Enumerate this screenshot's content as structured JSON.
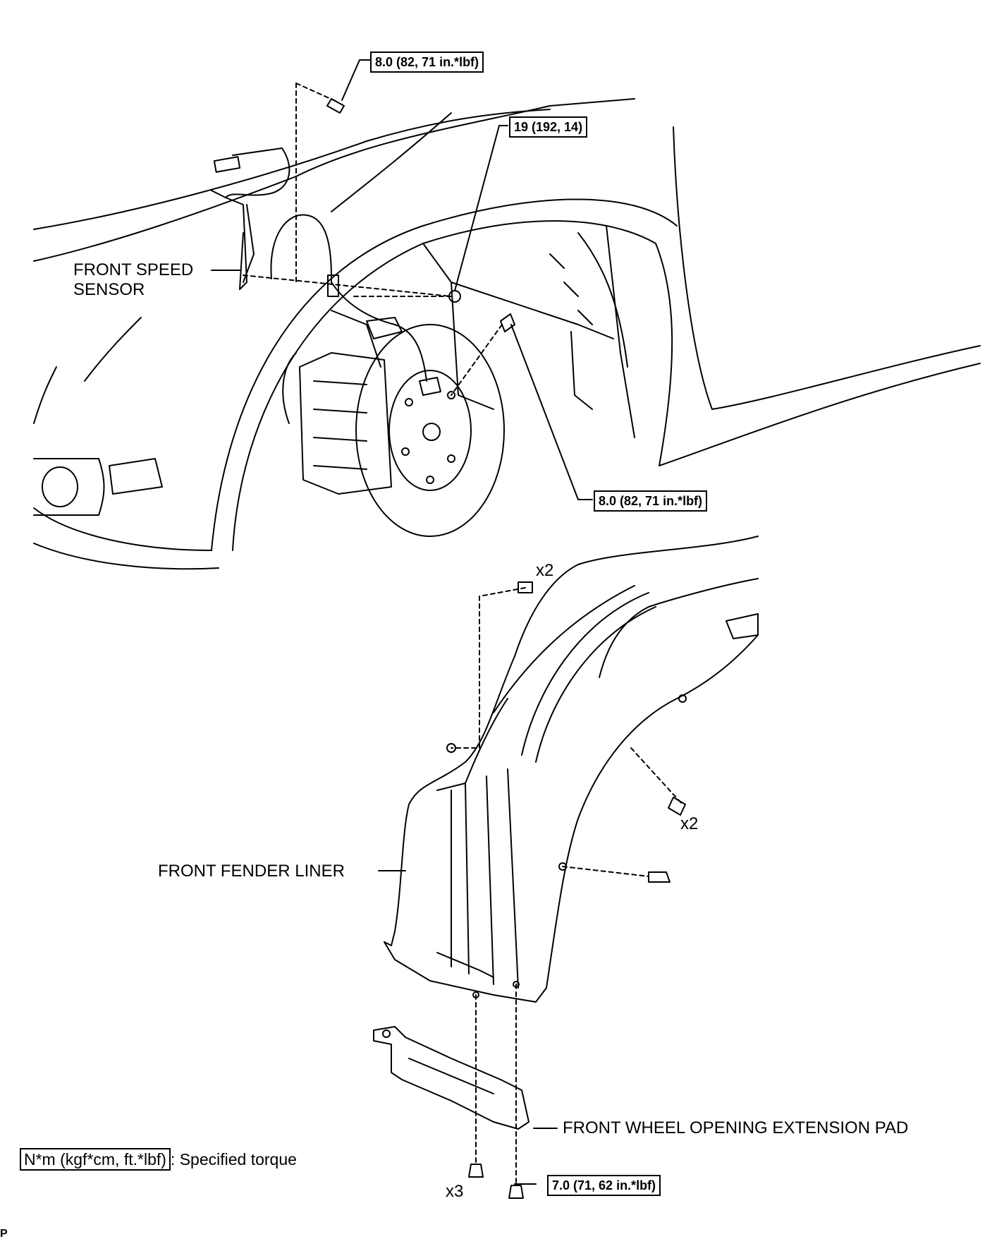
{
  "labels": {
    "front_speed_sensor_line1": "FRONT SPEED",
    "front_speed_sensor_line2": "SENSOR",
    "front_fender_liner": "FRONT FENDER LINER",
    "front_wheel_opening_extension_pad": "FRONT WHEEL OPENING EXTENSION PAD"
  },
  "torques": {
    "sensor_bolt_top": "8.0 (82, 71 in.*lbf)",
    "bracket_bolt": "19 (192, 14)",
    "harness_bolt_lower": "8.0 (82, 71 in.*lbf)",
    "pad_screw": "7.0 (71, 62 in.*lbf)"
  },
  "quantities": {
    "liner_clip_top": "x2",
    "liner_screw_right": "x2",
    "pad_screw_left": "x3"
  },
  "legend": {
    "unit_box": "N*m (kgf*cm, ft.*lbf)",
    "description": ": Specified torque"
  },
  "corner_mark": "P"
}
